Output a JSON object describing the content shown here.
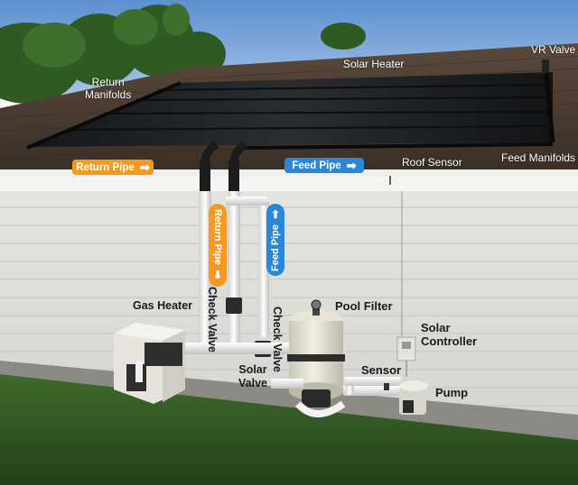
{
  "labels": {
    "return_manifolds": "Return\nManifolds",
    "solar_heater": "Solar Heater",
    "vr_valve": "VR Valve",
    "roof_sensor": "Roof Sensor",
    "feed_manifolds": "Feed Manifolds",
    "gas_heater": "Gas Heater",
    "check_valve_left": "Check Valve",
    "check_valve_right": "Check Valve",
    "pool_filter": "Pool Filter",
    "solar_controller": "Solar\nController",
    "solar_valve": "Solar\nValve",
    "sensor": "Sensor",
    "pump": "Pump"
  },
  "pipes": {
    "return_pipe": "Return Pipe",
    "feed_pipe": "Feed Pipe",
    "return_pipe_vertical": "Return Pipe",
    "feed_pipe_vertical": "Feed Pipe"
  },
  "arrows": {
    "right": "➡",
    "down": "⬇",
    "up": "⬆"
  },
  "colors": {
    "return_pipe": "#f39a23",
    "feed_pipe": "#2a86d6"
  }
}
